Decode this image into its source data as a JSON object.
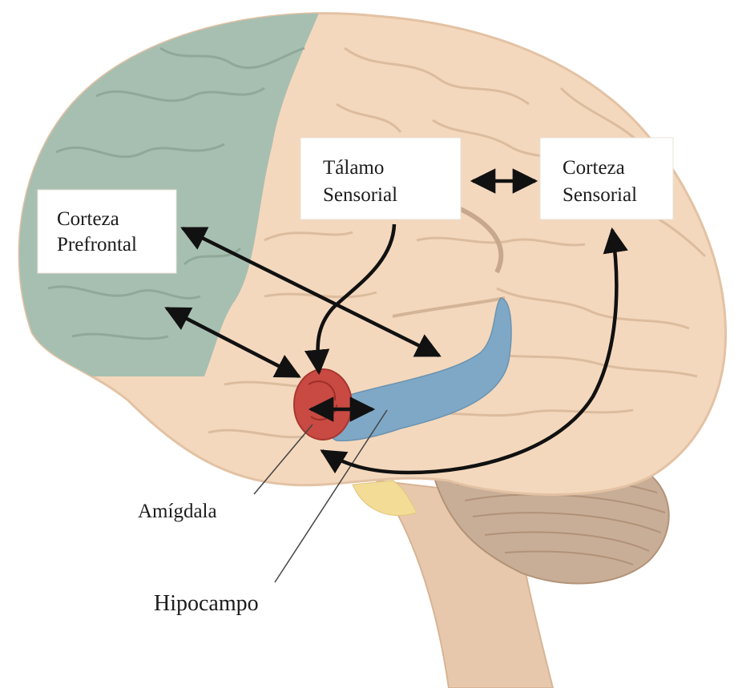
{
  "labels": {
    "prefrontal": [
      "Corteza",
      "Prefrontal"
    ],
    "thalamus": [
      "Tálamo",
      "Sensorial"
    ],
    "sensory_cortex": [
      "Corteza",
      "Sensorial"
    ],
    "amygdala": "Amígdala",
    "hippocampus": "Hipocampo"
  },
  "colors": {
    "brain": "#f4d8bd",
    "brain_outline": "#e3c2a4",
    "gyri_lines": "#d9b99c",
    "prefrontal": "#a7bfb1",
    "cerebellum": "#c9ae97",
    "brainstem": "#e8c8ad",
    "hippocampus": "#7fa8c6",
    "amygdala": "#c84a42",
    "arrows": "#111111"
  }
}
